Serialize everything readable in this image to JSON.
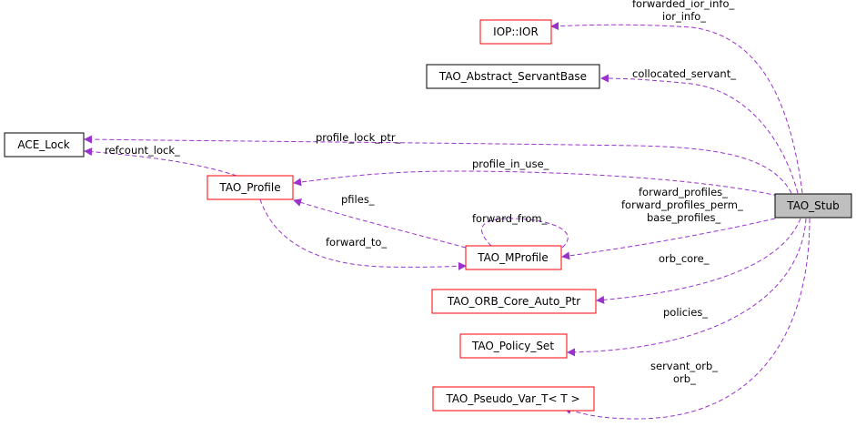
{
  "colors": {
    "edge": "#9a32cd",
    "border_documented": "#ff0000",
    "border_plain": "#000000",
    "focus_fill": "#bfbfbf"
  },
  "nodes": {
    "ior": "IOP::IOR",
    "servant_base": "TAO_Abstract_ServantBase",
    "ace_lock": "ACE_Lock",
    "profile": "TAO_Profile",
    "stub": "TAO_Stub",
    "mprofile": "TAO_MProfile",
    "orb_core_ptr": "TAO_ORB_Core_Auto_Ptr",
    "policy_set": "TAO_Policy_Set",
    "pseudo_var": "TAO_Pseudo_Var_T< T >"
  },
  "edge_labels": {
    "forwarded_ior_info": "forwarded_ior_info_",
    "ior_info": "ior_info_",
    "collocated_servant": "collocated_servant_",
    "profile_lock_ptr": "profile_lock_ptr_",
    "refcount_lock": "refcount_lock_",
    "profile_in_use": "profile_in_use_",
    "forward_profiles": "forward_profiles_",
    "forward_profiles_perm": "forward_profiles_perm_",
    "base_profiles": "base_profiles_",
    "pfiles": "pfiles_",
    "forward_from": "forward_from_",
    "forward_to": "forward_to_",
    "orb_core": "orb_core_",
    "policies": "policies_",
    "servant_orb": "servant_orb_",
    "orb": "orb_"
  }
}
